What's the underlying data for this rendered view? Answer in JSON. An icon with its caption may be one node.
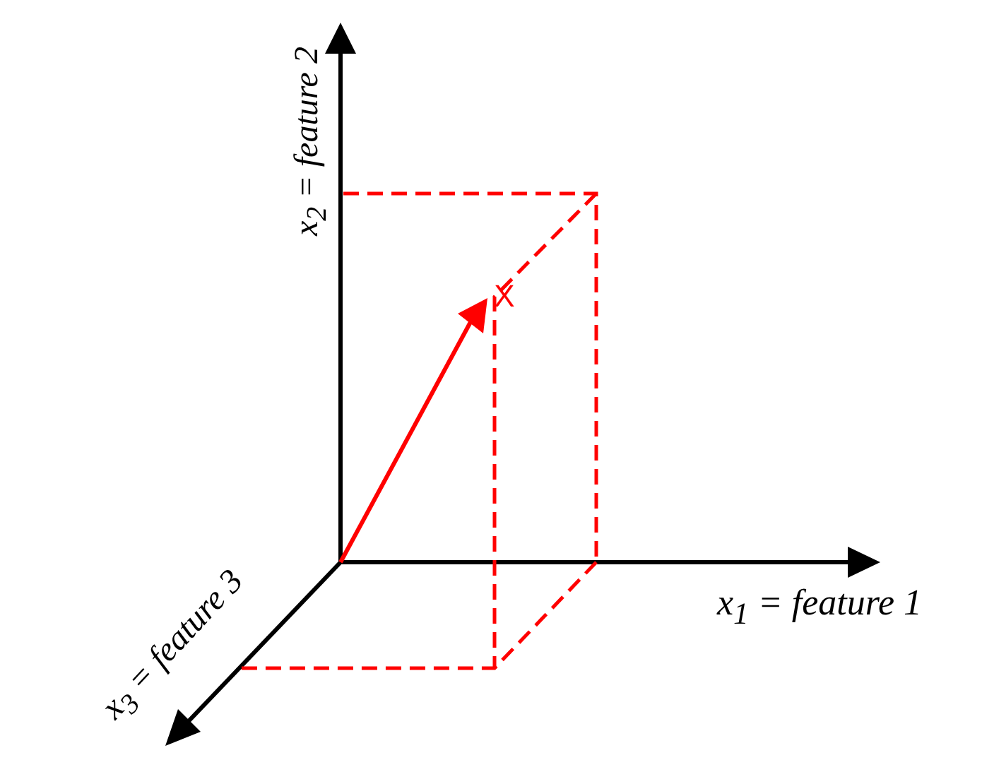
{
  "diagram": {
    "labels": [
      "x$_{2}$ = feature 2",
      "X",
      "x$_{1}$ = feature 1",
      "x$_{3}$ = feature 3"
    ]
  }
}
